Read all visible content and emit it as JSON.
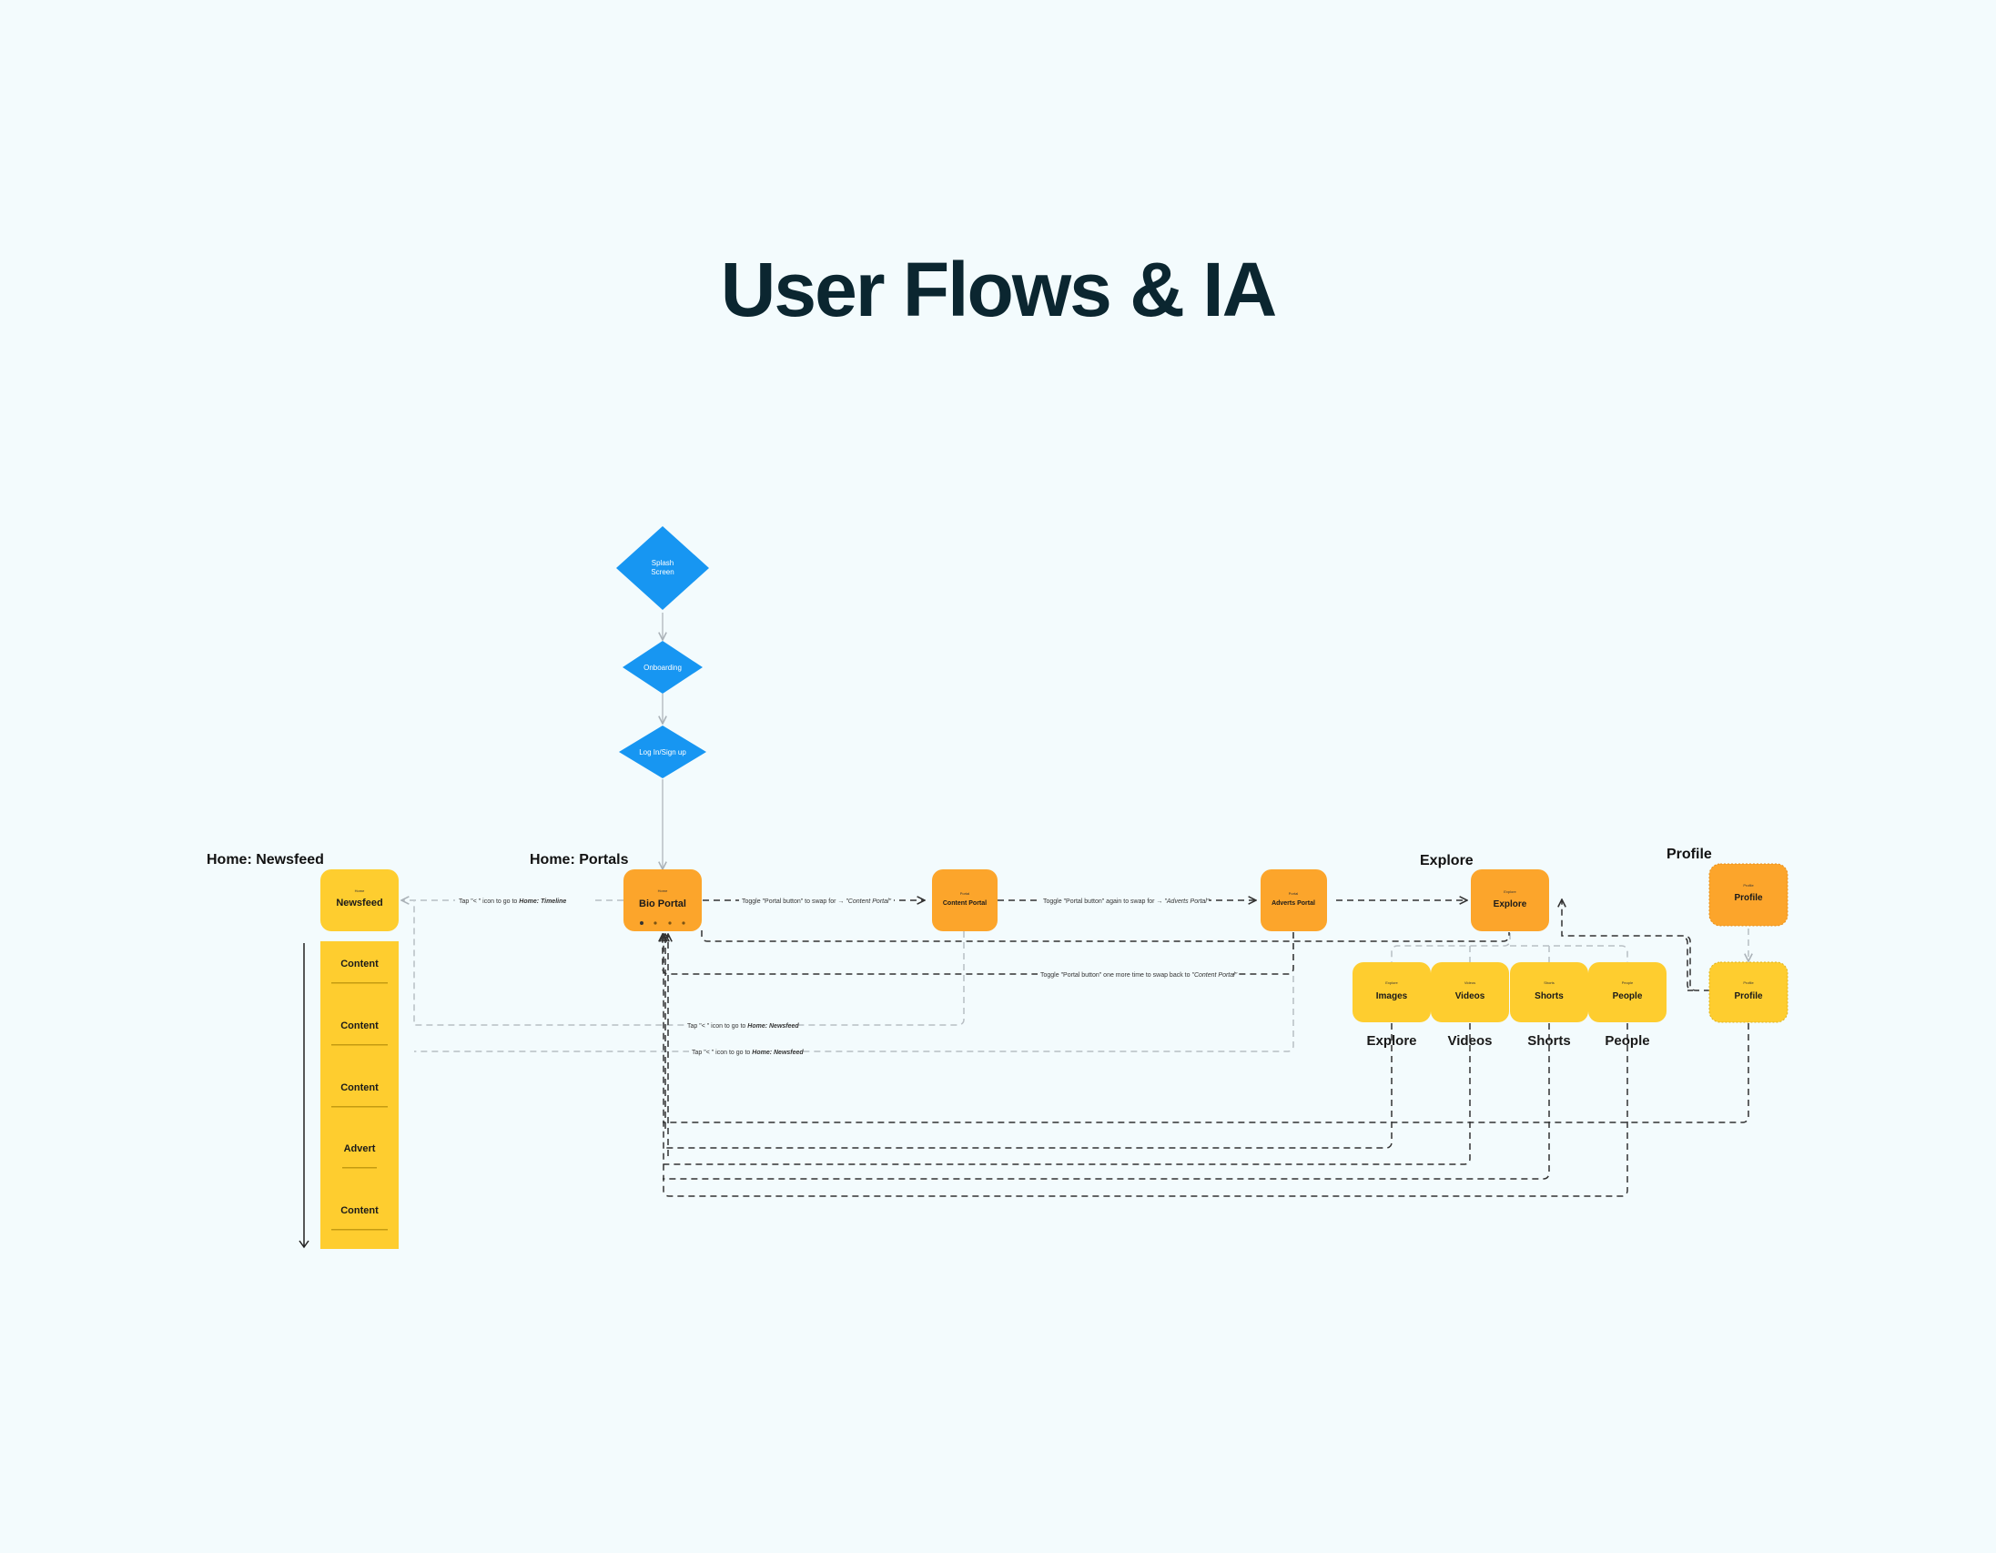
{
  "title": "User Flows & IA",
  "colors": {
    "background": "#f3fbfd",
    "title": "#0b2630",
    "diamond": "#1796f2",
    "orange_node": "#fca52b",
    "yellow_node": "#fecd2f",
    "dashed_dark": "#333333",
    "dashed_light": "#b8bfc4"
  },
  "flow": {
    "splash": "Splash Screen",
    "onboarding": "Onboarding",
    "login": "Log In/Sign up"
  },
  "sections": {
    "newsfeed": "Home: Newsfeed",
    "portals": "Home: Portals",
    "explore": "Explore",
    "profile": "Profile"
  },
  "nodes": {
    "newsfeed": "Newsfeed",
    "bio_portal": "Bio Portal",
    "content_portal": "Content Portal",
    "adverts_portal": "Adverts Portal",
    "explore": "Explore",
    "profile_top": "Profile",
    "profile_bottom": "Profile",
    "images": "Images",
    "videos": "Videos",
    "shorts": "Shorts",
    "people": "People"
  },
  "sub_labels": {
    "images": "Explore",
    "videos": "Videos",
    "shorts": "Shorts",
    "people": "People"
  },
  "feed_items": [
    {
      "label": "Content"
    },
    {
      "label": "Content"
    },
    {
      "label": "Content"
    },
    {
      "label": "Advert"
    },
    {
      "label": "Content"
    }
  ],
  "edges": {
    "tap_timeline_pre": "Tap \"< \" icon to go to ",
    "tap_timeline_bold": "Home: Timeline",
    "toggle_content_pre": "Toggle \"Portal button\" to swap for → ",
    "toggle_content_ital": "\"Content Portal\"",
    "toggle_adverts_pre": "Toggle \"Portal button\" again to swap for → ",
    "toggle_adverts_ital": "\"Adverts Portal\"",
    "toggle_back_pre": "Toggle \"Portal button\" one more time to swap back to ",
    "toggle_back_ital": "\"Content Portal\"",
    "tap_newsfeed_1_pre": "Tap \"< \" icon to go to ",
    "tap_newsfeed_1_bold": "Home: Newsfeed",
    "tap_newsfeed_2_pre": "Tap \"< \" icon to go to ",
    "tap_newsfeed_2_bold": "Home: Newsfeed"
  }
}
